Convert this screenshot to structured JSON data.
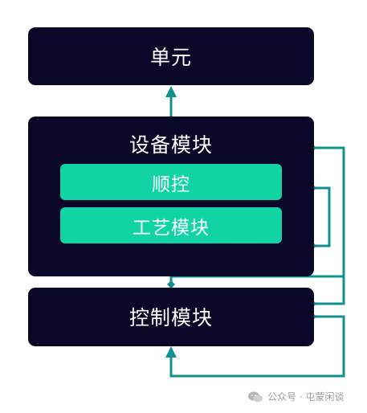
{
  "diagram": {
    "unit": {
      "label": "单元"
    },
    "device_module": {
      "label": "设备模块",
      "children": [
        {
          "label": "顺控"
        },
        {
          "label": "工艺模块"
        }
      ]
    },
    "control_module": {
      "label": "控制模块"
    }
  },
  "watermark": {
    "text": "公众号 · 屯蒙闲谈",
    "icon": "wechat-icon"
  },
  "colors": {
    "block": "#0a0828",
    "sub_block": "#10d4a4",
    "connector": "#148f8f",
    "background": "#ffffff"
  }
}
